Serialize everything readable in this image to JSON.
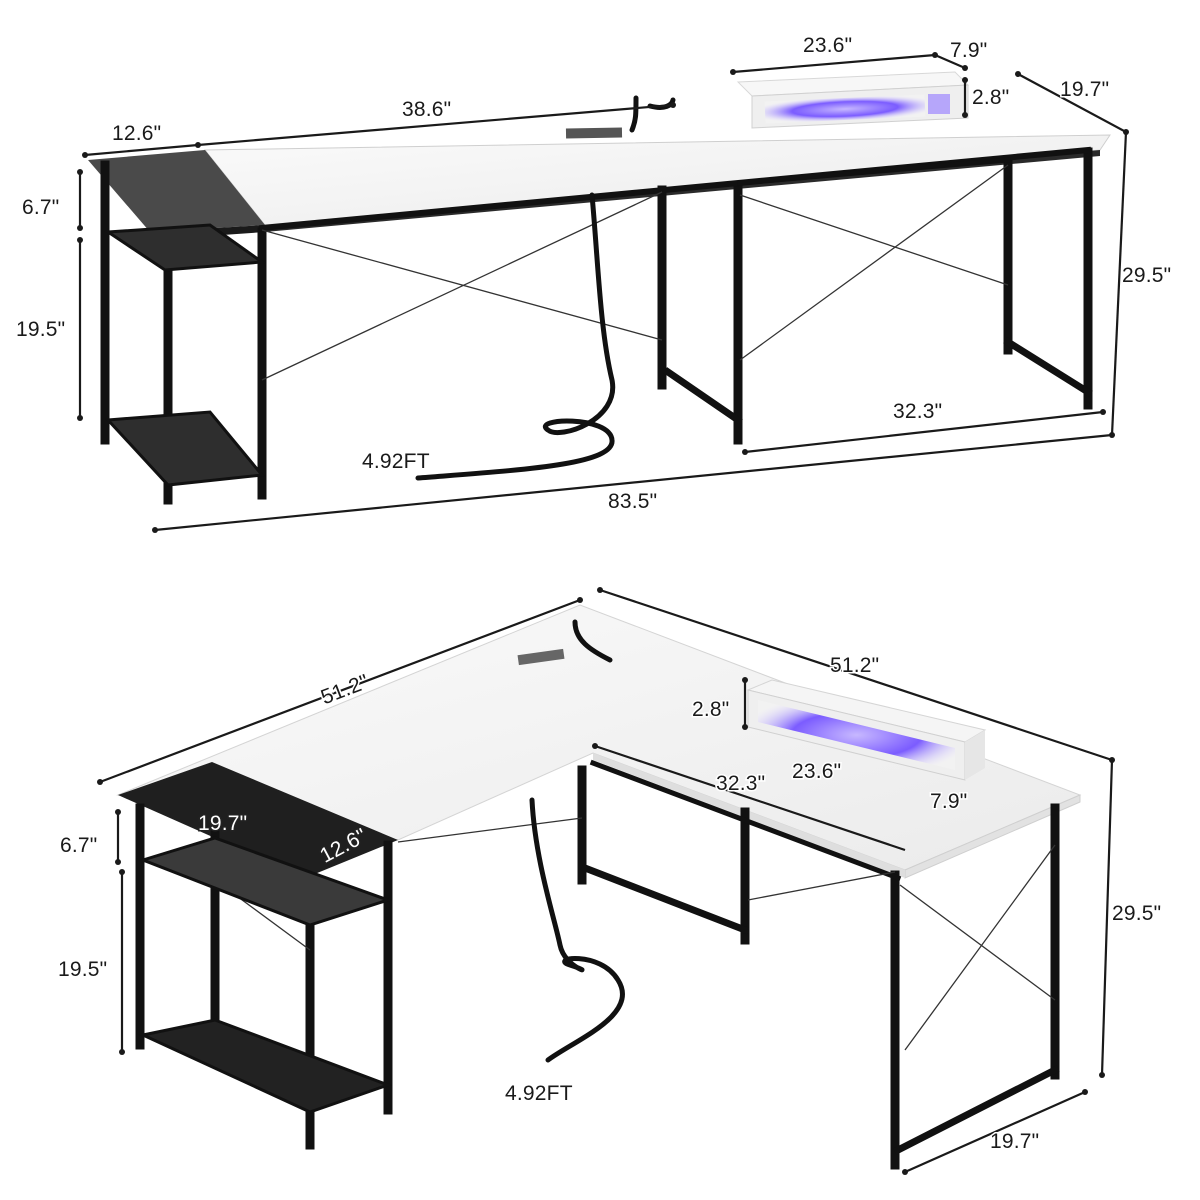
{
  "top_view": {
    "labels": {
      "shelf_width": "12.6\"",
      "desk_width": "38.6\"",
      "riser_width": "23.6\"",
      "riser_depth": "7.9\"",
      "riser_height": "2.8\"",
      "desk_depth": "19.7\"",
      "shelf_gap": "6.7\"",
      "shelf_height": "19.5\"",
      "desk_height": "29.5\"",
      "leg_span": "32.3\"",
      "cord_length": "4.92FT",
      "total_length": "83.5\""
    }
  },
  "bottom_view": {
    "labels": {
      "left_length": "51.2\"",
      "right_length": "51.2\"",
      "riser_height": "2.8\"",
      "riser_width": "23.6\"",
      "riser_depth": "7.9\"",
      "inner_length": "32.3\"",
      "shelf_depth": "19.7\"",
      "shelf_width": "12.6\"",
      "shelf_gap": "6.7\"",
      "shelf_height": "19.5\"",
      "desk_height": "29.5\"",
      "desk_depth": "19.7\"",
      "cord_length": "4.92FT"
    }
  },
  "colors": {
    "desktop": "#f4f4f4",
    "frame": "#111111",
    "shelf": "#2e2e2e",
    "led": "#7b5cff"
  }
}
